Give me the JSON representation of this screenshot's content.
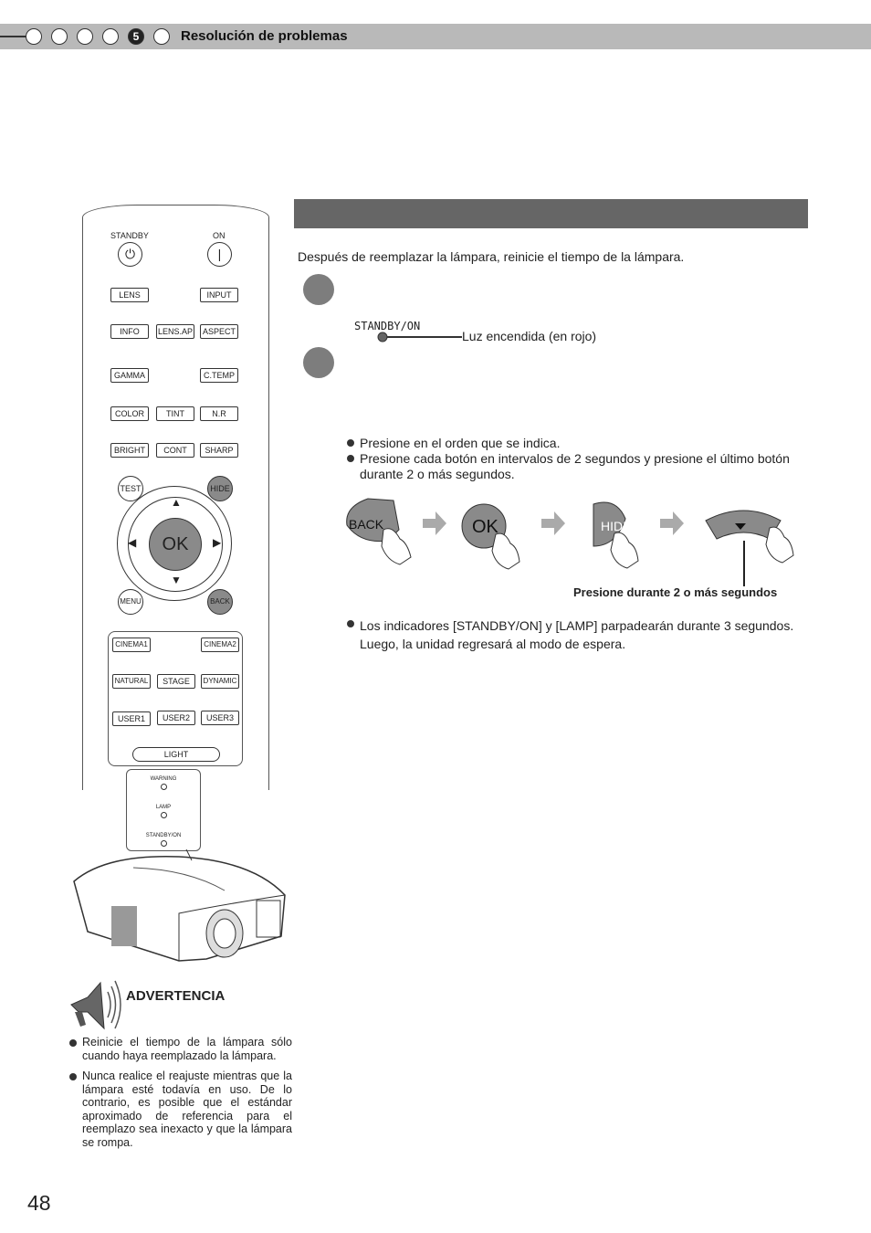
{
  "header": {
    "section_number": "5",
    "title": "Resolución de problemas"
  },
  "intro": "Después de reemplazar la lámpara, reinicie el tiempo de la lámpara.",
  "indicator": {
    "label": "STANDBY/ON",
    "note": "Luz encendida (en rojo)"
  },
  "bullets_step2": [
    "Presione en el orden que se indica.",
    "Presione cada botón en intervalos de 2 segundos y presione el último botón durante 2 o más segundos."
  ],
  "sequence": [
    "BACK",
    "OK",
    "HIDE"
  ],
  "hold_note": "Presione durante 2 o más segundos",
  "result": "Los indicadores [STANDBY/ON] y [LAMP] parpadearán durante 3 segundos. Luego, la unidad regresará al modo de espera.",
  "remote": {
    "standby": "STANDBY",
    "on": "ON",
    "buttons": [
      "LENS",
      "INPUT",
      "INFO",
      "LENS.AP",
      "ASPECT",
      "GAMMA",
      "C.TEMP",
      "COLOR",
      "TINT",
      "N.R",
      "BRIGHT",
      "CONT",
      "SHARP",
      "TEST",
      "HIDE",
      "OK",
      "MENU",
      "BACK",
      "CINEMA1",
      "CINEMA2",
      "NATURAL",
      "STAGE",
      "DYNAMIC",
      "USER1",
      "USER2",
      "USER3",
      "LIGHT"
    ]
  },
  "projector_indicators": [
    "WARNING",
    "LAMP",
    "STANDBY/ON"
  ],
  "warning": {
    "title": "ADVERTENCIA",
    "items": [
      "Reinicie el tiempo de la lámpara sólo cuando haya reemplazado la lámpara.",
      "Nunca realice el reajuste mientras que la lámpara esté todavía en uso. De lo contrario, es posible que el estándar aproximado de referencia para el reemplazo sea inexacto y que la lámpara se rompa."
    ]
  },
  "page_number": "48"
}
